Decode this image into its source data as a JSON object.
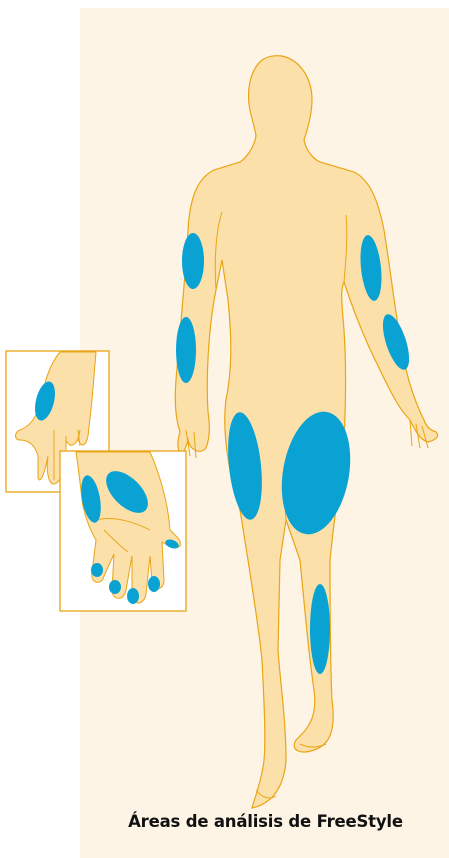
{
  "caption": "Áreas de análisis de FreeStyle",
  "colors": {
    "background": "#fdf4e6",
    "skin": "#fce0aa",
    "outline": "#e9a514",
    "test_site": "#0aa2d2",
    "inset_frame": "#e9a514",
    "inset_fill": "#ffffff",
    "caption_text": "#111111"
  },
  "icons": {
    "body": "human-body-front-view",
    "inset_top": "hand-back-view",
    "inset_bottom": "hand-palm-view"
  }
}
